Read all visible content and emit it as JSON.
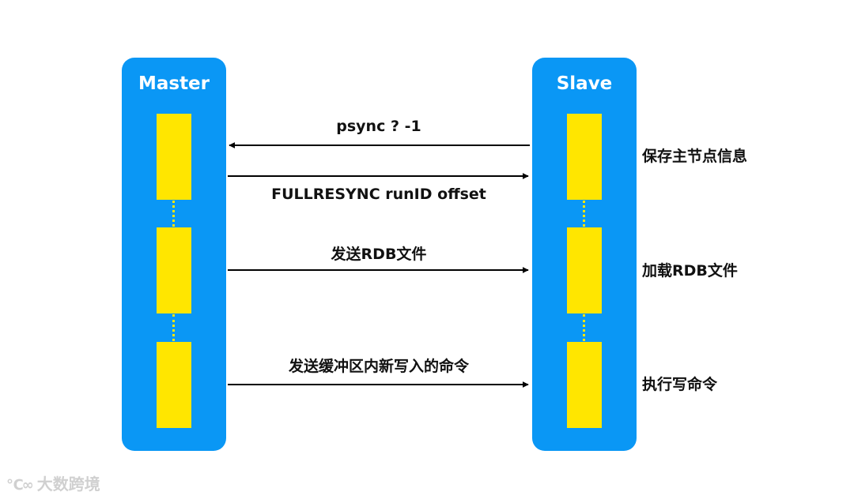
{
  "master": {
    "title": "Master"
  },
  "slave": {
    "title": "Slave"
  },
  "messages": {
    "psync": "psync ? -1",
    "fullresync": "FULLRESYNC runID offset",
    "send_rdb": "发送RDB文件",
    "send_buffer": "发送缓冲区内新写入的命令"
  },
  "slave_actions": {
    "save_master_info": "保存主节点信息",
    "load_rdb": "加载RDB文件",
    "execute_write": "执行写命令"
  },
  "watermark": {
    "text": "大数跨境",
    "icon": "watermark-logo-icon"
  },
  "colors": {
    "column_blue": "#0a97f5",
    "block_yellow": "#ffe600",
    "arrow": "#000000",
    "watermark": "#d0d0d0"
  }
}
